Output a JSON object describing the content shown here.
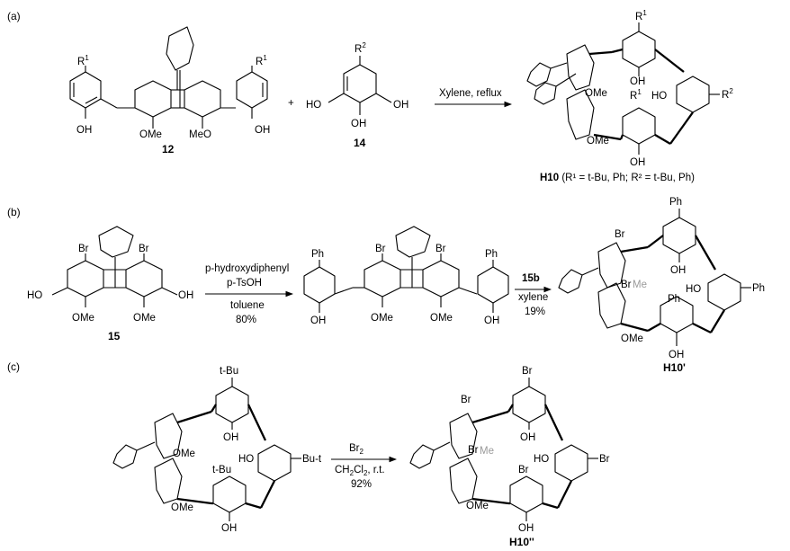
{
  "panels": {
    "a": "(a)",
    "b": "(b)",
    "c": "(c)"
  },
  "subs": {
    "r1": "R",
    "r1sup": "1",
    "r2": "R",
    "r2sup": "2",
    "oh": "OH",
    "ho": "HO",
    "ome": "OMe",
    "meo": "MeO",
    "br": "Br",
    "ph": "Ph",
    "tbu": "t-Bu",
    "but": "Bu-t",
    "me_grey": "Me"
  },
  "compounds": {
    "c12": "12",
    "c14": "14",
    "c15": "15",
    "h10": "H10",
    "h10_desc": "(R¹ = t-Bu, Ph; R² = t-Bu, Ph)",
    "h10p": "H10'",
    "h10pp": "H10''"
  },
  "reactions": {
    "plus": "+",
    "a_cond": "Xylene, reflux",
    "b1_cond1": "p-hydroxydiphenyl",
    "b1_cond2": "p-TsOH",
    "b1_cond3": "toluene",
    "b1_yield": "80%",
    "b2_reagent": "15b",
    "b2_solvent": "xylene",
    "b2_yield": "19%",
    "c_reagent": "Br2",
    "c_solvent": "CH2Cl2, r.t.",
    "c_yield": "92%"
  },
  "colors": {
    "ink": "#000000",
    "grey_label": "#9a9a9a",
    "background": "#ffffff"
  }
}
